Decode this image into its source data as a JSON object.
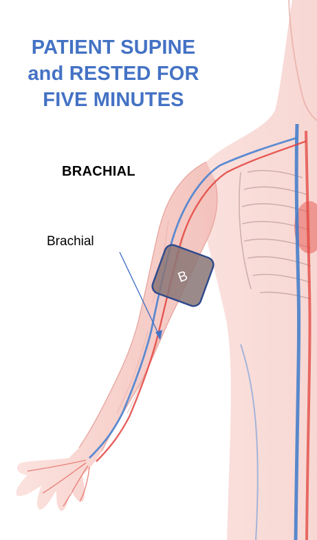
{
  "heading": {
    "line1": "PATIENT SUPINE",
    "line2": "and RESTED FOR",
    "line3": "FIVE MINUTES"
  },
  "section_label": "BRACHIAL",
  "callout": {
    "label": "Brachial"
  },
  "sensor": {
    "letter": "B"
  },
  "colors": {
    "heading": "#4472c4",
    "arrow": "#4472c4",
    "sensor_fill": "#8a7575",
    "sensor_border": "#2f4a8c",
    "skin": "#f6c7c2",
    "artery": "#e3433e",
    "vein": "#3d79c9"
  }
}
